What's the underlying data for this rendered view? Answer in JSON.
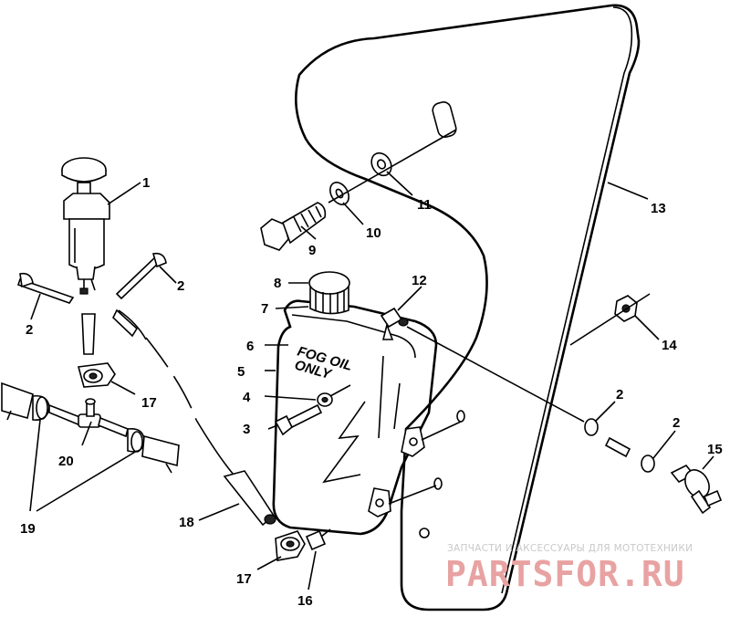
{
  "diagram": {
    "callouts": [
      "1",
      "2",
      "2",
      "2",
      "2",
      "3",
      "4",
      "5",
      "6",
      "7",
      "8",
      "9",
      "10",
      "11",
      "12",
      "13",
      "14",
      "15",
      "16",
      "17",
      "17",
      "18",
      "19",
      "20"
    ],
    "tank_label_line1": "FOG OIL",
    "tank_label_line2": "ONLY"
  },
  "watermark": {
    "tagline": "ЗАПЧАСТИ И АКСЕССУАРЫ ДЛЯ МОТОТЕХНИКИ",
    "brand": "PARTSFOR.RU",
    "brand_color": "#e8a2a2"
  }
}
